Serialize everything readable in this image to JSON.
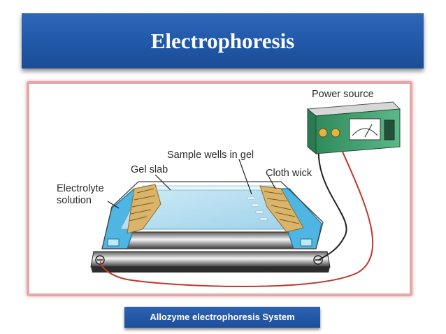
{
  "slide": {
    "title": "Electrophoresis",
    "caption": "Allozyme electrophoresis System"
  },
  "diagram": {
    "labels": {
      "power_source": "Power source",
      "sample_wells": "Sample wells in gel",
      "gel_slab": "Gel slab",
      "cloth_wick": "Cloth wick",
      "electrolyte_line1": "Electrolyte",
      "electrolyte_line2": "solution"
    }
  },
  "colors": {
    "title_bar": "#1f56a6",
    "frame_border": "#e7a7aa",
    "gel": "#bfe3f3",
    "power_box": "#3e9a6a",
    "wire_red": "#c0392b"
  }
}
